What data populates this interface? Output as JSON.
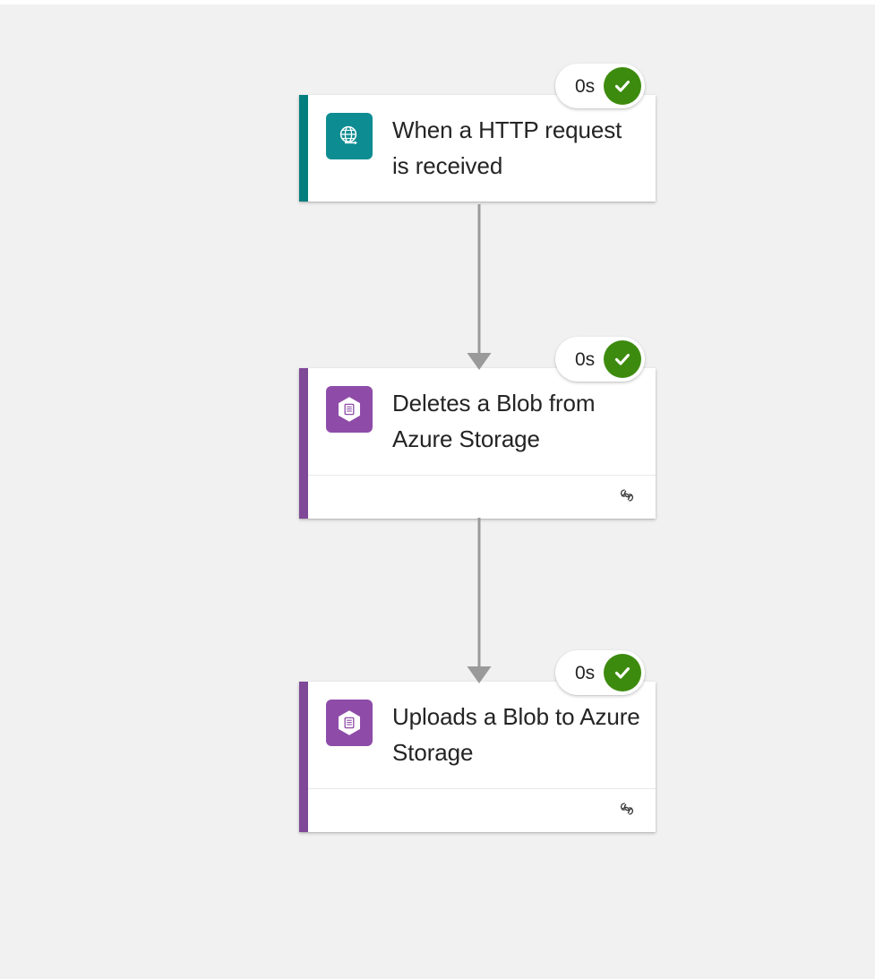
{
  "canvas": {
    "background_color": "#f1f1f1",
    "edge_color": "#9a9a9a"
  },
  "workflow": {
    "nodes": [
      {
        "id": "when-a-http-request-is-received",
        "title": "When a HTTP request is received",
        "icon": "http-request-globe-icon",
        "accent_color": "#007E7E",
        "icon_background": "#0D8C92",
        "has_footer": false,
        "status": {
          "duration": "0s",
          "state": "succeeded",
          "icon": "checkmark-icon",
          "color": "#3D8B0E"
        }
      },
      {
        "id": "deletes-a-blob-from-azure-storage",
        "title": "Deletes a Blob from Azure Storage",
        "icon": "azure-blob-storage-icon",
        "accent_color": "#804998",
        "icon_background": "#8E4CA8",
        "has_footer": true,
        "footer_icon": "link-icon",
        "status": {
          "duration": "0s",
          "state": "succeeded",
          "icon": "checkmark-icon",
          "color": "#3D8B0E"
        }
      },
      {
        "id": "uploads-a-blob-to-azure-storage",
        "title": "Uploads a Blob to Azure Storage",
        "icon": "azure-blob-storage-icon",
        "accent_color": "#804998",
        "icon_background": "#8E4CA8",
        "has_footer": true,
        "footer_icon": "link-icon",
        "status": {
          "duration": "0s",
          "state": "succeeded",
          "icon": "checkmark-icon",
          "color": "#3D8B0E"
        }
      }
    ],
    "edges": [
      {
        "from": "when-a-http-request-is-received",
        "to": "deletes-a-blob-from-azure-storage"
      },
      {
        "from": "deletes-a-blob-from-azure-storage",
        "to": "uploads-a-blob-to-azure-storage"
      }
    ]
  }
}
